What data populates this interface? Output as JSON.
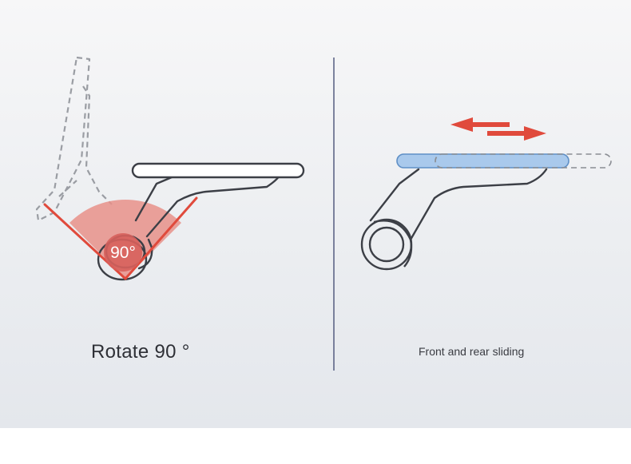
{
  "left_panel": {
    "caption": "Rotate 90 °",
    "angle_label": "90°"
  },
  "right_panel": {
    "caption": "Front and rear sliding"
  },
  "colors": {
    "background_top": "#f7f7f8",
    "background_bottom": "#e4e7ec",
    "outline": "#3c3f46",
    "dashed": "#9a9da3",
    "accent_red": "#e04a3c",
    "angle_fill": "#e8908a",
    "slide_blue": "#a9c9ec",
    "divider": "#4a5278"
  }
}
